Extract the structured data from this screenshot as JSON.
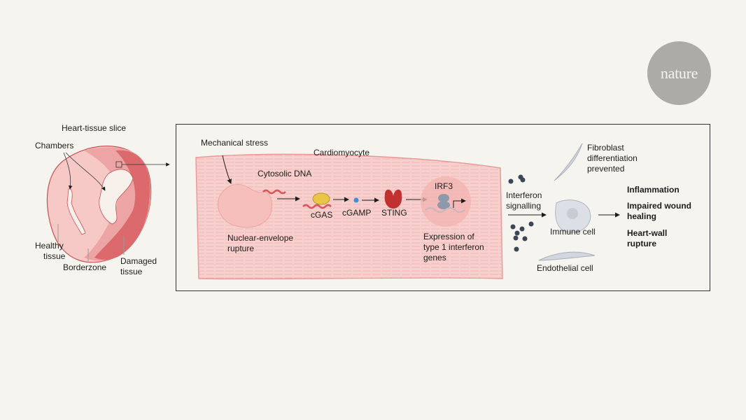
{
  "brand": {
    "logo_text": "nature"
  },
  "heart": {
    "title": "Heart-tissue slice",
    "chambers": "Chambers",
    "healthy": [
      "Healthy",
      "tissue"
    ],
    "borderzone": "Borderzone",
    "damaged": [
      "Damaged",
      "tissue"
    ]
  },
  "cell": {
    "mechanical_stress": "Mechanical stress",
    "cardiomyocyte": "Cardiomyocyte",
    "cytosolic_dna": "Cytosolic DNA",
    "nuclear_rupture": [
      "Nuclear-envelope",
      "rupture"
    ],
    "cgas": "cGAS",
    "cgamp": "cGAMP",
    "sting": "STING",
    "irf3": "IRF3",
    "expression": [
      "Expression of",
      "type 1 interferon",
      "genes"
    ]
  },
  "outcomes": {
    "interferon": [
      "Interferon",
      "signalling"
    ],
    "fibroblast": [
      "Fibroblast",
      "differentiation",
      "prevented"
    ],
    "immune": "Immune cell",
    "endothelial": "Endothelial cell",
    "effects": [
      "Inflammation",
      "Impaired wound",
      "healing",
      "Heart-wall",
      "rupture"
    ]
  },
  "colors": {
    "background": "#f5f4ee",
    "healthy": "#f6c9c6",
    "borderzone": "#eda4a4",
    "damaged": "#dc6a6d",
    "cell": "#f7cfcc",
    "sting": "#c0312f",
    "cgas": "#e9c548",
    "cgamp": "#3d8fd6",
    "irf3": "#8e9aab",
    "dots": "#3d4656",
    "logo": "#adaba6"
  }
}
